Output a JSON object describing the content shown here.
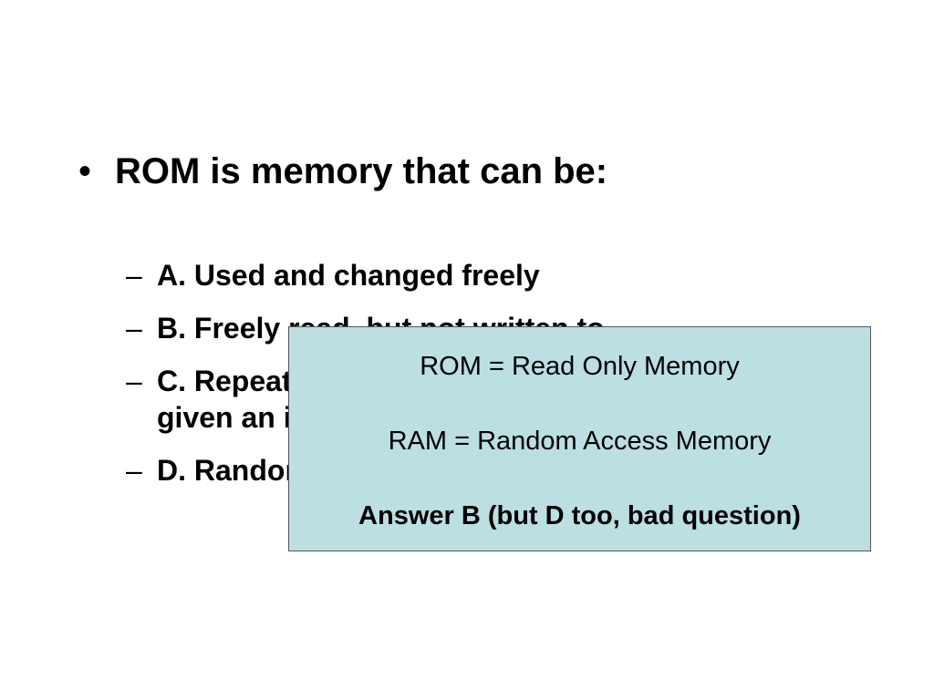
{
  "slide": {
    "bullet_marker": "•",
    "question": "ROM is memory that can be:",
    "dash": "–",
    "options": [
      {
        "label": "A. Used and changed freely"
      },
      {
        "label": "B. Freely read, but not written to"
      },
      {
        "label": "C. Repeatedly written, but only when given an input"
      },
      {
        "label": "D. Randomly accessed"
      }
    ]
  },
  "answer_box": {
    "line1": "ROM = Read Only Memory",
    "line2": "RAM = Random Access Memory",
    "line3": "Answer B (but D too, bad question)",
    "background_color": "#bcdfe2"
  }
}
